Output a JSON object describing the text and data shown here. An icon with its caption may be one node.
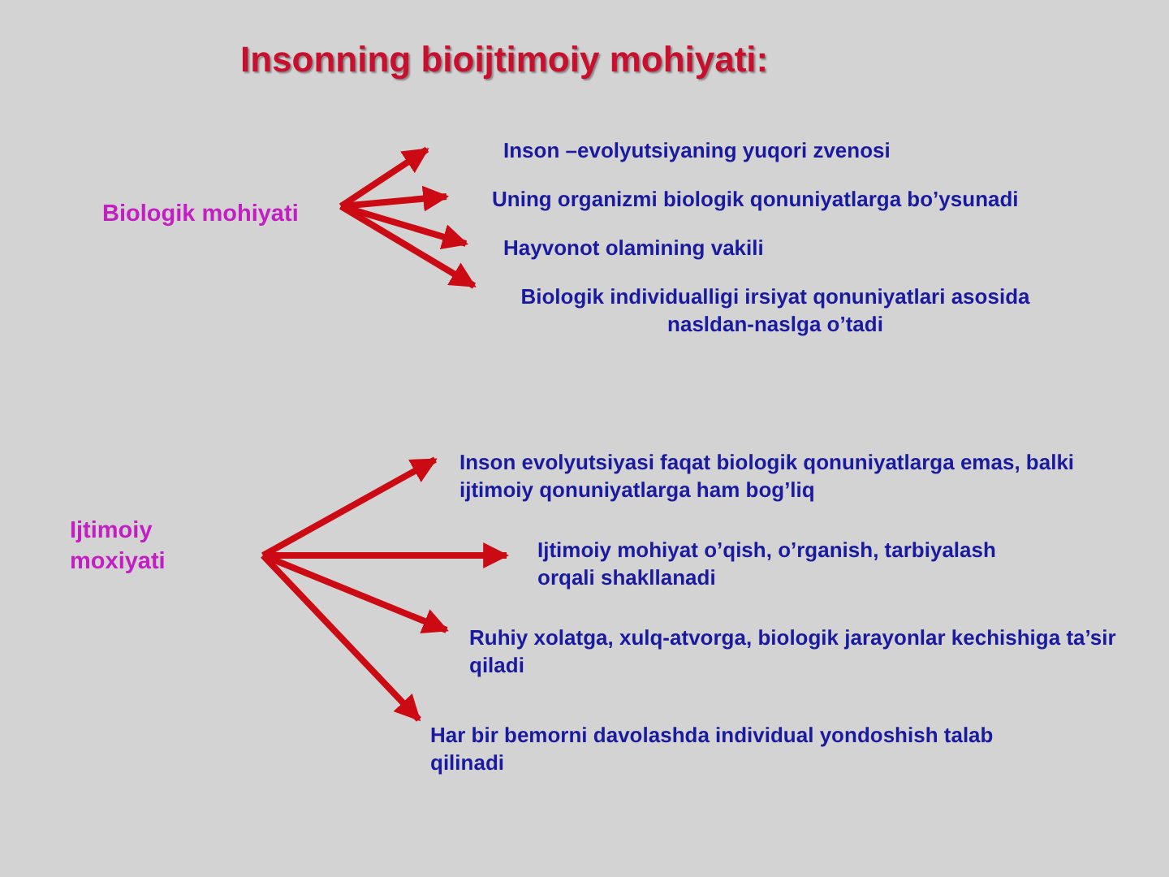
{
  "diagram": {
    "title": "Insonning bioijtimoiy mohiyati:",
    "nodes": [
      {
        "text": [
          "Biologik mohiyati"
        ]
      },
      {
        "text": [
          "Inson –evolyutsiyaning yuqori zvenosi"
        ]
      },
      {
        "text": [
          "Uning organizmi biologik qonuniyatlarga bo’ysunadi"
        ]
      },
      {
        "text": [
          "Hayvonot olamining vakili"
        ]
      },
      {
        "text": [
          "Biologik individualligi irsiyat qonuniyatlari asosida nasldan-naslga o’tadi"
        ]
      },
      {
        "text": [
          "Ijtimoiy moxiyati"
        ]
      },
      {
        "text": [
          "Inson evolyutsiyasi faqat biologik qonuniyatlarga emas, balki ijtimoiy qonuniyatlarga ham bog’liq"
        ]
      },
      {
        "text": [
          "Ijtimoiy mohiyat o’qish, o’rganish, tarbiyalash orqali shakllanadi"
        ]
      },
      {
        "text": [
          "Ruhiy xolatga, xulq-atvorga, biologik jarayonlar kechishiga ta’sir qiladi"
        ]
      },
      {
        "text": [
          "Har bir bemorni davolashda individual yondoshish talab qilinadi"
        ]
      }
    ],
    "edges": [
      {
        "from": 0,
        "to": 1,
        "arrow": "to"
      },
      {
        "from": 0,
        "to": 2,
        "arrow": "to"
      },
      {
        "from": 0,
        "to": 3,
        "arrow": "to"
      },
      {
        "from": 0,
        "to": 4,
        "arrow": "to"
      },
      {
        "from": 5,
        "to": 6,
        "arrow": "to"
      },
      {
        "from": 5,
        "to": 7,
        "arrow": "to"
      },
      {
        "from": 5,
        "to": 8,
        "arrow": "to"
      },
      {
        "from": 5,
        "to": 9,
        "arrow": "to"
      }
    ]
  }
}
